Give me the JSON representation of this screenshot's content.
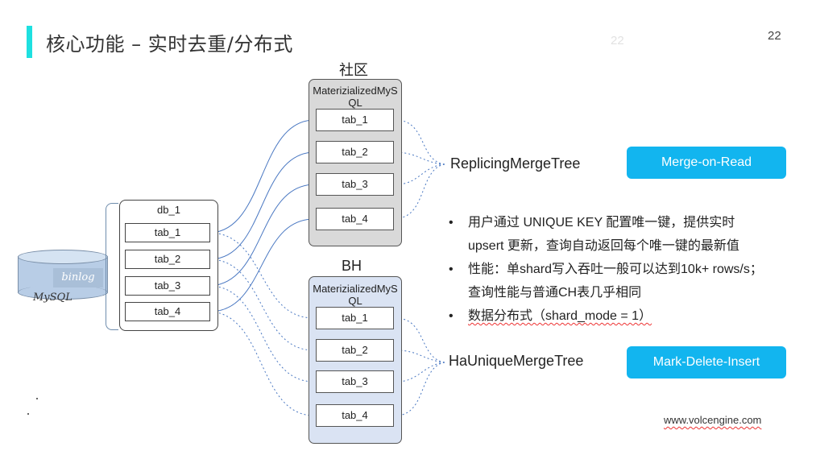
{
  "slide": {
    "title": "核心功能 – 实时去重/分布式",
    "page_number": "22",
    "ghost_page_number": "22",
    "accent_color": "#1ee0e0"
  },
  "source": {
    "db_name": "MySQL",
    "binlog_label": "binlog",
    "database_label": "db_1",
    "tables": [
      "tab_1",
      "tab_2",
      "tab_3",
      "tab_4"
    ]
  },
  "community": {
    "group_label": "社区",
    "engine_title": "MaterizializedMySQL",
    "tables": [
      "tab_1",
      "tab_2",
      "tab_3",
      "tab_4"
    ],
    "panel_color": "#d9d9d9",
    "merge_engine": "ReplicingMergeTree",
    "strategy": "Merge-on-Read"
  },
  "bytehouse": {
    "group_label": "BH",
    "engine_title": "MaterizializedMySQL",
    "tables": [
      "tab_1",
      "tab_2",
      "tab_3",
      "tab_4"
    ],
    "panel_color": "#dae3f3",
    "merge_engine": "HaUniqueMergeTree",
    "strategy": "Mark-Delete-Insert"
  },
  "features": [
    {
      "lines": [
        "用户通过 UNIQUE KEY 配置唯一键，提供实时",
        "upsert 更新，查询自动返回每个唯一键的最新值"
      ]
    },
    {
      "lines": [
        "性能：单shard写入吞吐一般可以达到10k+ rows/s；",
        "查询性能与普通CH表几乎相同"
      ]
    },
    {
      "lines": [
        "数据分布式（shard_mode = 1）"
      ]
    }
  ],
  "bullet_symbol": "•",
  "footer": {
    "website": "www.volcengine.com"
  },
  "colors": {
    "pill": "#12b5ef",
    "connector": "#4a78c2"
  }
}
